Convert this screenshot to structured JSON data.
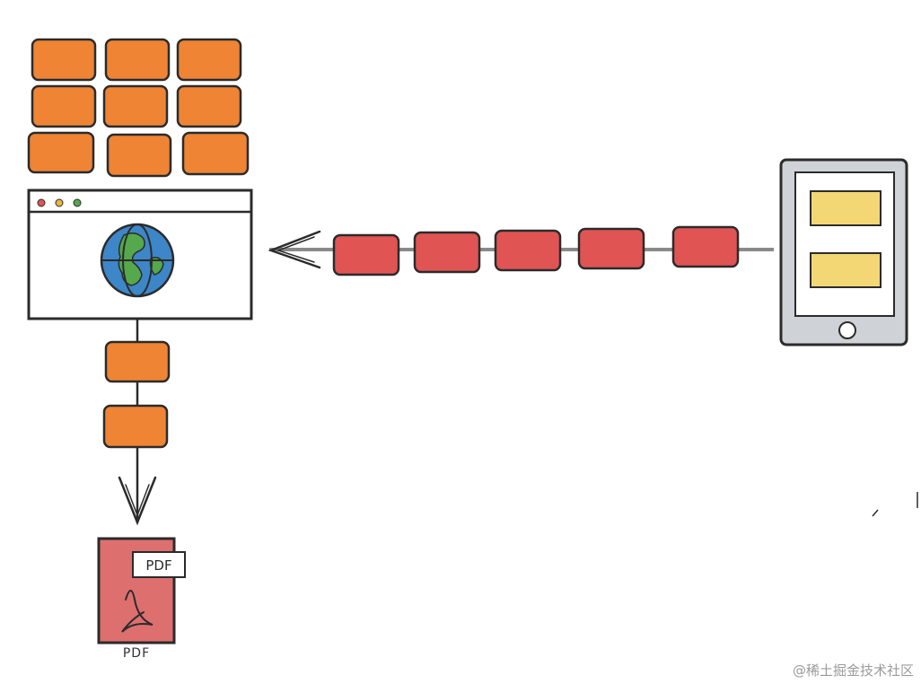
{
  "colors": {
    "brick_orange": "#ee8434",
    "packet_red": "#e05454",
    "pdf_red": "#de6f6f",
    "globe_blue": "#3d86c8",
    "globe_green": "#55a84b",
    "screen_yellow": "#f3d775",
    "device_gray": "#cfd2d6",
    "ink": "#2b2b2b"
  },
  "icons": {
    "browser": "browser-window-icon",
    "globe": "globe-icon",
    "tablet": "tablet-icon",
    "pdf": "pdf-file-icon",
    "acrobat": "acrobat-logo-icon"
  },
  "firewall": {
    "rows": 3,
    "bricks_per_row": 3
  },
  "request_chain": {
    "packet_count": 5
  },
  "download_chain": {
    "packet_count": 2
  },
  "pdf_file": {
    "tag": "PDF",
    "caption": "PDF"
  },
  "watermark": "@稀土掘金技术社区"
}
